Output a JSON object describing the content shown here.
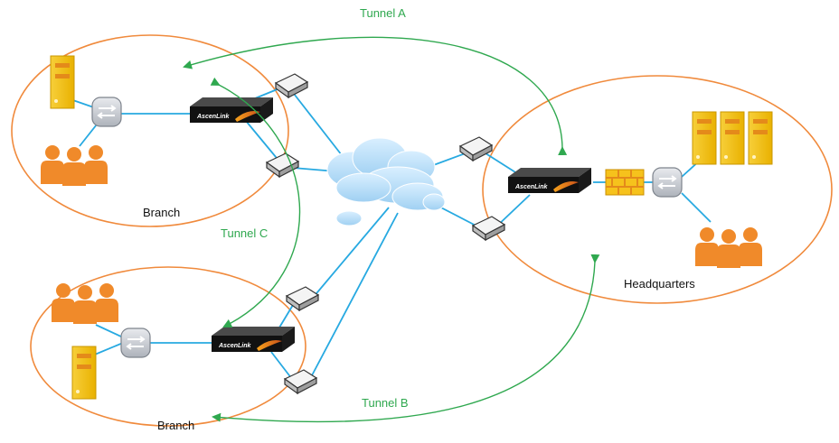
{
  "sites": {
    "branch_top": {
      "label": "Branch"
    },
    "branch_bottom": {
      "label": "Branch"
    },
    "headquarters": {
      "label": "Headquarters"
    }
  },
  "tunnels": {
    "a": {
      "label": "Tunnel A"
    },
    "b": {
      "label": "Tunnel B"
    },
    "c": {
      "label": "Tunnel C"
    }
  },
  "devices": {
    "ascenlink": {
      "logo_text": "AscenLink"
    }
  },
  "colors": {
    "site_boundary": "#f08a3c",
    "tunnel_arrow": "#2fa84f",
    "link": "#27a9e1",
    "server": "#f6c21c",
    "users": "#f08a2a"
  }
}
